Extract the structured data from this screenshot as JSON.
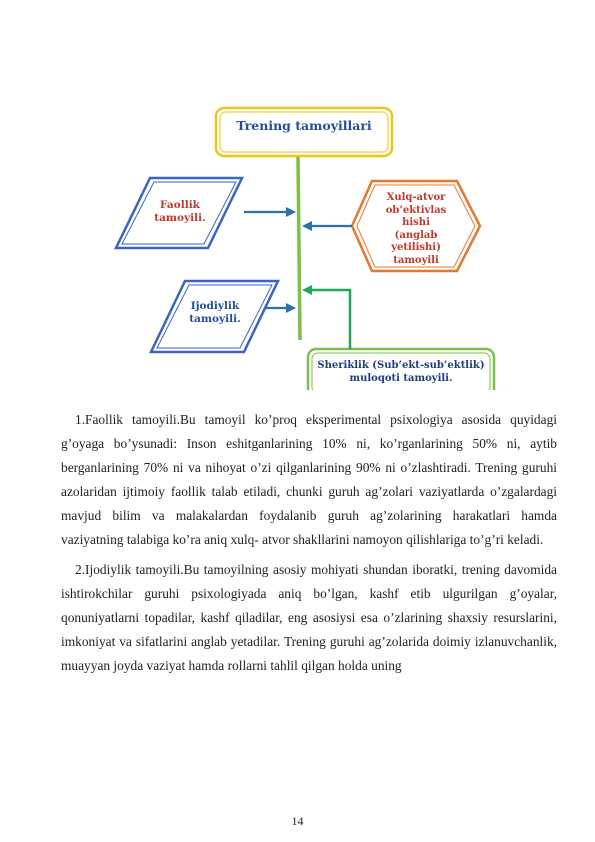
{
  "diagram": {
    "top_box": "Trening tamoyillari",
    "faollik": "Faollik tamoyili.",
    "ijodiylik": "Ijodiylik tamoyili.",
    "xulq": [
      "Xulq-atvor",
      "ob’ektivlas",
      "hishi",
      "(anglab",
      "yetilishi)",
      "tamoyili"
    ],
    "sheriklik": [
      "Sheriklik (Sub’ekt-sub’ektlik)",
      "muloqoti tamoyili."
    ],
    "colors": {
      "blue": "#2e5fbf",
      "green": "#6ab04c",
      "orange": "#e8762d",
      "yellow": "#f0c419",
      "red_text": "#c0392b",
      "dark_blue_text": "#1f4e9c"
    }
  },
  "paragraphs": [
    "1.Faollik tamoyili.Bu tamoyil ko’proq eksperimental psixologiya asosida quyidagi g’oyaga bo’ysunadi: Inson eshitganlarining 10% ni, ko’rganlarining 50% ni, aytib berganlarining 70% ni va nihoyat o’zi qilganlarining 90% ni o’zlashtiradi. Trening guruhi azolaridan ijtimoiy faollik talab etiladi, chunki guruh ag’zolari vaziyatlarda o’zgalardagi mavjud bilim va malakalardan foydalanib guruh ag’zolarining harakatlari hamda vaziyatning talabiga ko’ra aniq xulq- atvor shakllarini namoyon qilishlariga to’g’ri keladi.",
    "2.Ijodiylik tamoyili.Bu tamoyilning asosiy mohiyati shundan iboratki, trening davomida ishtirokchilar guruhi psixologiyada aniq bo’lgan, kashf etib ulgurilgan g’oyalar, qonuniyatlarni topadilar, kashf qiladilar, eng asosiysi esa o’zlarining shaxsiy resurslarini, imkoniyat va sifatlarini anglab yetadilar. Trening guruhi ag’zolarida doimiy izlanuvchanlik, muayyan joyda vaziyat hamda rollarni tahlil qilgan holda uning"
  ],
  "page_number": "14"
}
